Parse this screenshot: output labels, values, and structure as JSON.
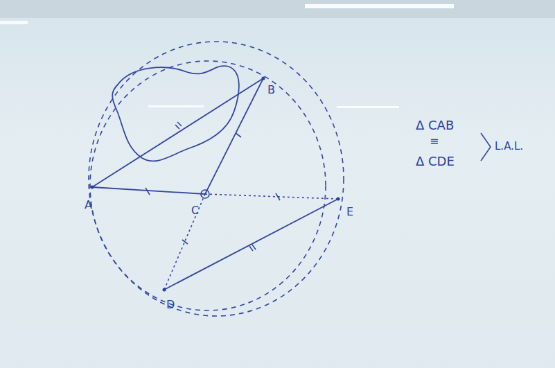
{
  "diagram": {
    "labels": [
      "A",
      "B",
      "C",
      "D",
      "E",
      "Δ CAB",
      "≡",
      "Δ CDE",
      "L.A.L."
    ]
  }
}
